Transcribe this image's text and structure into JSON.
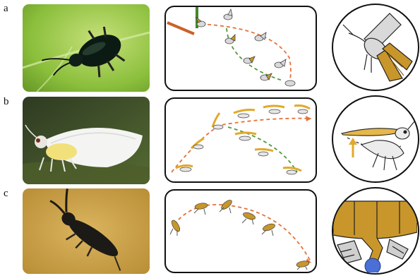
{
  "figure": {
    "rows": [
      {
        "label": "a",
        "insect": "flea beetle",
        "photo_bg": "#8bbf3c"
      },
      {
        "label": "b",
        "insect": "whitefly",
        "photo_bg": "#3f4a2a"
      },
      {
        "label": "c",
        "insect": "springtail",
        "photo_bg": "#c9a04a"
      }
    ]
  },
  "colors": {
    "trajectory_orange": "#e2733a",
    "trajectory_green": "#4f9a3a",
    "insect_gold": "#c8962a",
    "insect_grey": "#d9d9d9",
    "outline": "#111111"
  }
}
